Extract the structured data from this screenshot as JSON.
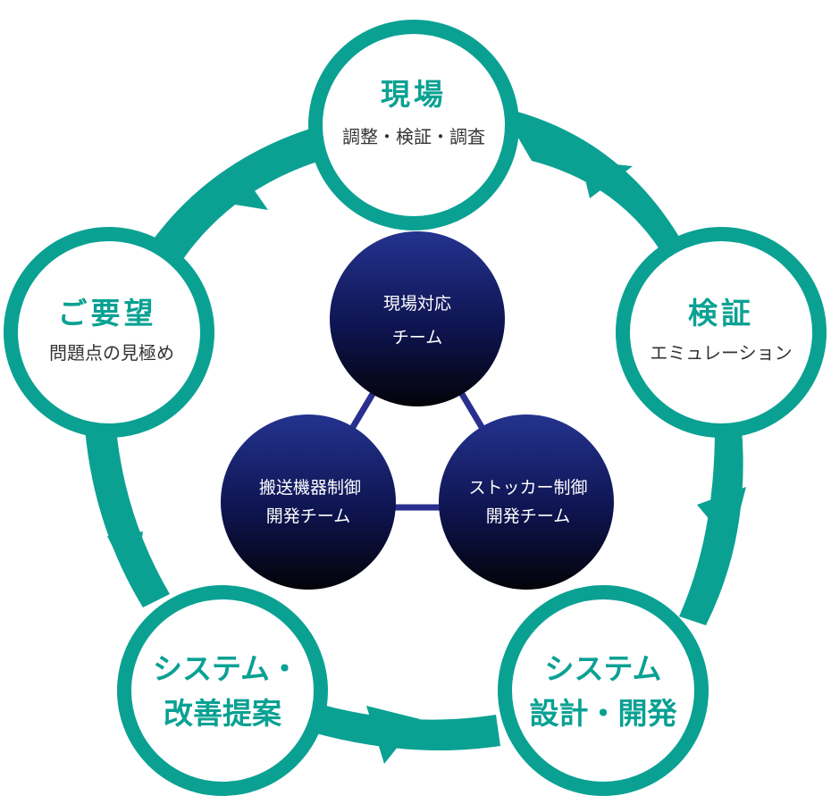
{
  "cycle": {
    "nodes": [
      {
        "title": "現場",
        "subtitle": "調整・検証・調査"
      },
      {
        "title": "検証",
        "subtitle": "エミュレーション"
      },
      {
        "title_line1": "システム",
        "title_line2": "設計・開発"
      },
      {
        "title_line1": "システム・",
        "title_line2": "改善提案"
      },
      {
        "title": "ご要望",
        "subtitle": "問題点の見極め"
      }
    ]
  },
  "teams": [
    {
      "line1": "現場対応",
      "line2": "チーム"
    },
    {
      "line1": "搬送機器制御",
      "line2": "開発チーム"
    },
    {
      "line1": "ストッカー制御",
      "line2": "開発チーム"
    }
  ],
  "colors": {
    "ring": "#0aa193",
    "team_top": "#1f2f8c",
    "team_bottom": "#05050f",
    "connector": "#2a2f8f"
  }
}
